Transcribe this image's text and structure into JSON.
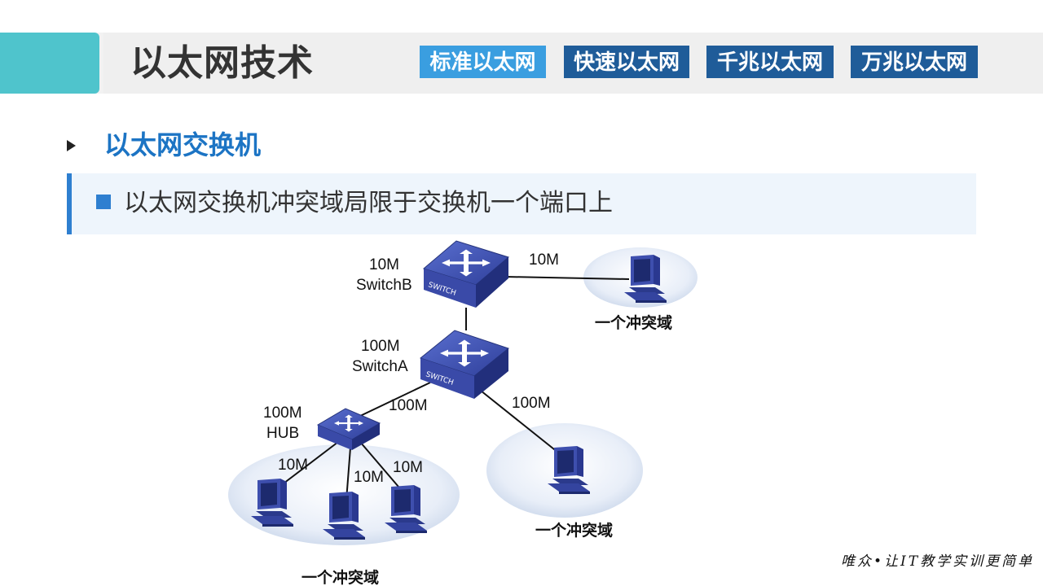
{
  "header": {
    "title": "以太网技术",
    "tabs": [
      {
        "label": "标准以太网",
        "active": true
      },
      {
        "label": "快速以太网",
        "active": false
      },
      {
        "label": "千兆以太网",
        "active": false
      },
      {
        "label": "万兆以太网",
        "active": false
      }
    ]
  },
  "section": {
    "title": "以太网交换机",
    "point": "以太网交换机冲突域局限于交换机一个端口上"
  },
  "diagram": {
    "switch_b": {
      "speed": "10M",
      "name": "SwitchB",
      "badge": "SWITCH"
    },
    "switch_a": {
      "speed": "100M",
      "name": "SwitchA",
      "badge": "SWITCH"
    },
    "hub": {
      "speed": "100M",
      "name": "HUB"
    },
    "links": {
      "switchb_pc": "10M",
      "switcha_hub": "100M",
      "switcha_pc": "100M",
      "hub_pc1": "10M",
      "hub_pc2": "10M",
      "hub_pc3": "10M"
    },
    "domain_label": "一个冲突域"
  },
  "footer": {
    "slogan": "唯众•让IT教学实训更简单"
  },
  "colors": {
    "accent": "#4fc4cc",
    "tab": "#1f5c99",
    "tab_active": "#3a9ee0",
    "section": "#1c74c4",
    "device": "#3e4fae"
  }
}
